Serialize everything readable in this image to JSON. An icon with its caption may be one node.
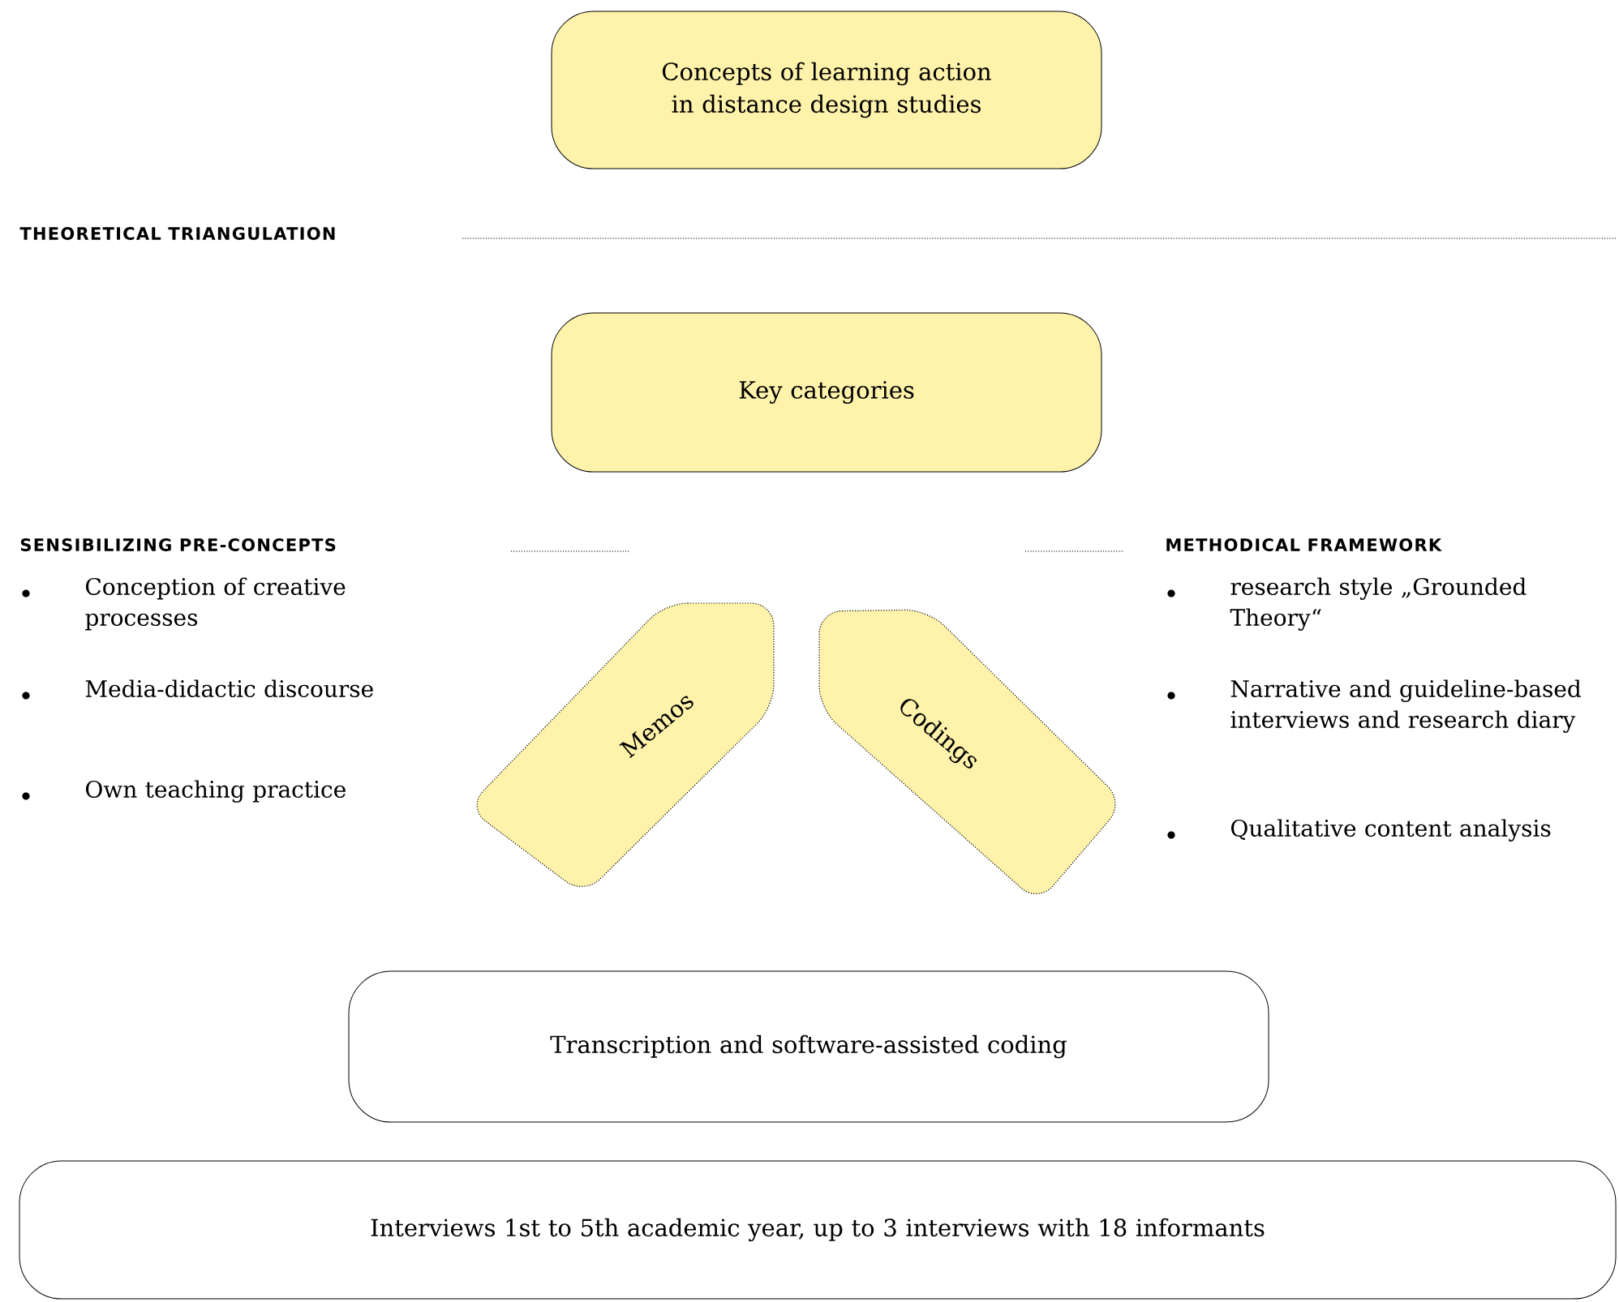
{
  "diagram": {
    "nodes": [
      {
        "text": [
          "Concepts of learning action in distance design studies"
        ]
      },
      {
        "text": [
          "Key categories"
        ]
      },
      {
        "text": [
          "Memos"
        ]
      },
      {
        "text": [
          "Codings"
        ]
      },
      {
        "text": [
          "Transcription and software-assisted coding"
        ]
      },
      {
        "text": [
          "Interviews 1st to 5th academic year, up to 3 interviews with 18 informants"
        ]
      }
    ],
    "labels": [
      "THEORETICAL TRIANGULATION",
      "SENSIBILIZING PRE-CONCEPTS",
      "METHODICAL FRAMEWORK",
      "Conception of creative processes",
      "research style „Grounded Theory“",
      "Media-didactic discourse",
      "Narrative and guideline-based interviews and research diary",
      "Own teaching practice",
      "Qualitative content analysis"
    ]
  }
}
